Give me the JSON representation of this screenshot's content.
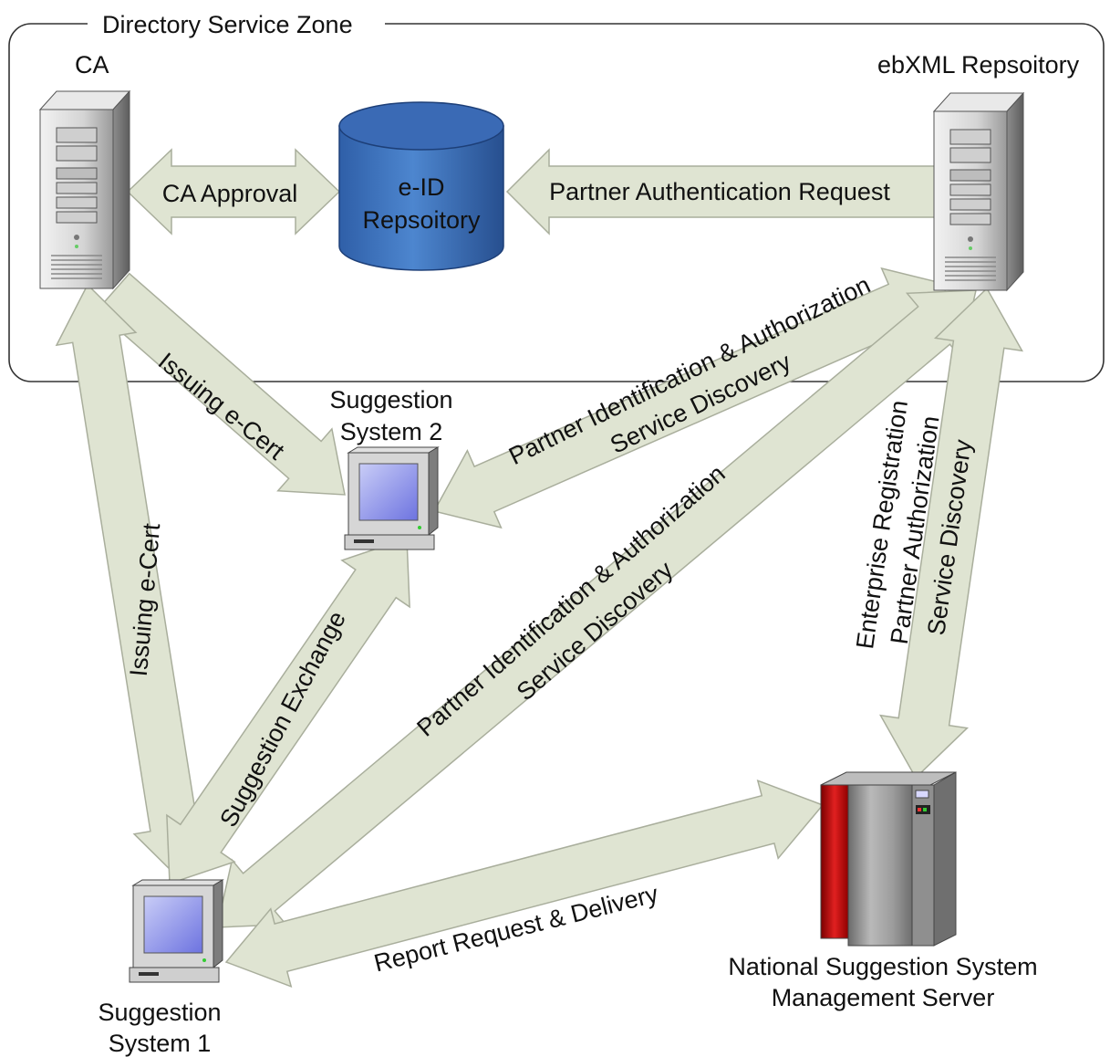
{
  "zone": {
    "title": "Directory Service Zone"
  },
  "nodes": {
    "ca": "CA",
    "ebxml": "ebXML Repsoitory",
    "eid_line1": "e-ID",
    "eid_line2": "Repsoitory",
    "ss2_line1": "Suggestion",
    "ss2_line2": "System 2",
    "ss1_line1": "Suggestion",
    "ss1_line2": "System 1",
    "national_line1": "National Suggestion System",
    "national_line2": "Management Server"
  },
  "arrows": {
    "ca_approval": "CA Approval",
    "partner_auth_request": "Partner Authentication Request",
    "issuing_ecert_ss2": "Issuing e-Cert",
    "issuing_ecert_ss1": "Issuing e-Cert",
    "ss2_pia_line1": "Partner Identification & Authorization",
    "ss2_pia_line2": "Service Discovery",
    "ss1_pia_line1": "Partner Identification & Authorization",
    "ss1_pia_line2": "Service Discovery",
    "suggestion_exchange": "Suggestion Exchange",
    "report_request": "Report Request & Delivery",
    "enterprise_line1": "Enterprise Registration",
    "enterprise_line2": "Partner Authorization",
    "enterprise_line3": "Service Discovery"
  },
  "colors": {
    "arrow_fill": "#dfe4d2",
    "arrow_stroke": "#a9ae9c",
    "cylinder": "#3f74bd",
    "server_red": "#d01818",
    "zone_border": "#333333"
  }
}
